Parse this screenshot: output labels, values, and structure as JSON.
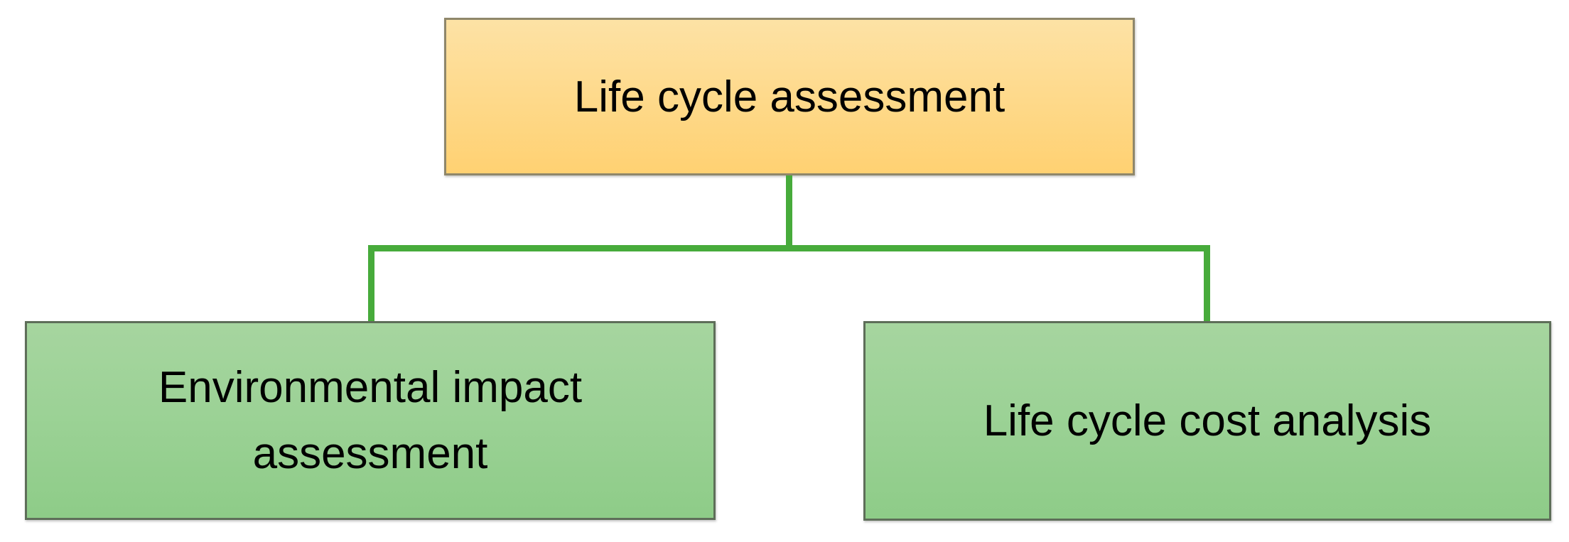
{
  "diagram": {
    "type": "hierarchy-flowchart",
    "nodes": {
      "root": {
        "id": "lca",
        "label": "Life cycle assessment"
      },
      "left": {
        "id": "eia",
        "label": "Environmental impact assessment"
      },
      "right": {
        "id": "lcca",
        "label": "Life cycle cost analysis"
      }
    },
    "edges": [
      {
        "from": "lca",
        "to": "eia"
      },
      {
        "from": "lca",
        "to": "lcca"
      }
    ]
  },
  "colors": {
    "background": "#ffffff",
    "text": "#000000",
    "connector": "#47ab3b",
    "root_fill_top": "#fde2a5",
    "root_fill_bottom": "#ffd172",
    "root_border": "#8f876b",
    "child_fill_top": "#a6d59f",
    "child_fill_mid": "#9cd296",
    "child_fill_bottom": "#8ecc88",
    "child_border": "#5e6e59"
  }
}
